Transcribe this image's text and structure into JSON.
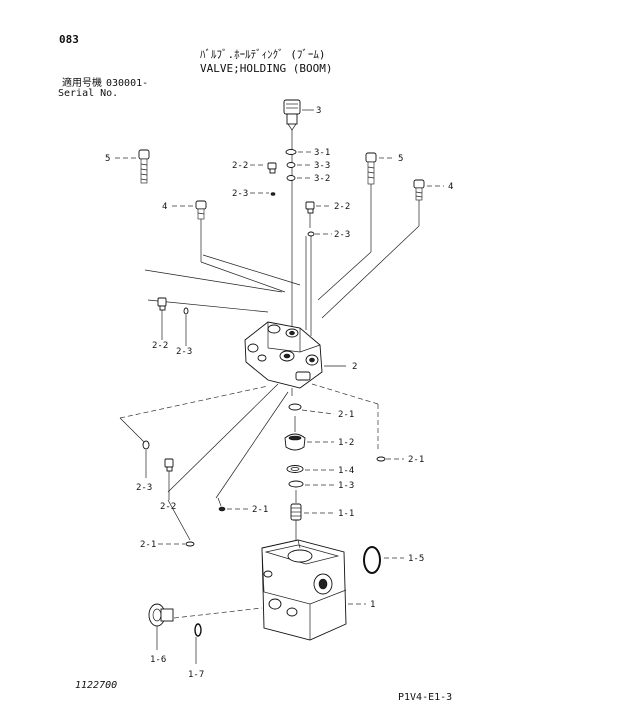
{
  "page_number": "083",
  "title_jp": "ﾊﾞﾙﾌﾞ.ﾎｰﾙﾃﾞｨﾝｸﾞ (ﾌﾞｰﾑ)",
  "title_en": "VALVE;HOLDING (BOOM)",
  "serial_label_jp": "適用号機",
  "serial_value": "030001-",
  "serial_label_en": "Serial No.",
  "drawing_number": "1122700",
  "page_code": "P1V4-E1-3",
  "callouts": {
    "c3": "3",
    "c3_1": "3-1",
    "c3_3": "3-3",
    "c3_2": "3-2",
    "c2_2_top": "2-2",
    "c2_3_top": "2-3",
    "c5_left": "5",
    "c5_right": "5",
    "c4_left": "4",
    "c4_right": "4",
    "c2_2_mid": "2-2",
    "c2_3_mid": "2-3",
    "c2_2_left": "2-2",
    "c2_3_left": "2-3",
    "c2": "2",
    "c2_1_a": "2-1",
    "c1_2": "1-2",
    "c2_1_right": "2-1",
    "c1_4": "1-4",
    "c1_3": "1-3",
    "c2_3_low": "2-3",
    "c2_2_low": "2-2",
    "c2_1_mid": "2-1",
    "c1_1": "1-1",
    "c2_1_left": "2-1",
    "c1_5": "1-5",
    "c1": "1",
    "c1_6": "1-6",
    "c1_7": "1-7"
  }
}
